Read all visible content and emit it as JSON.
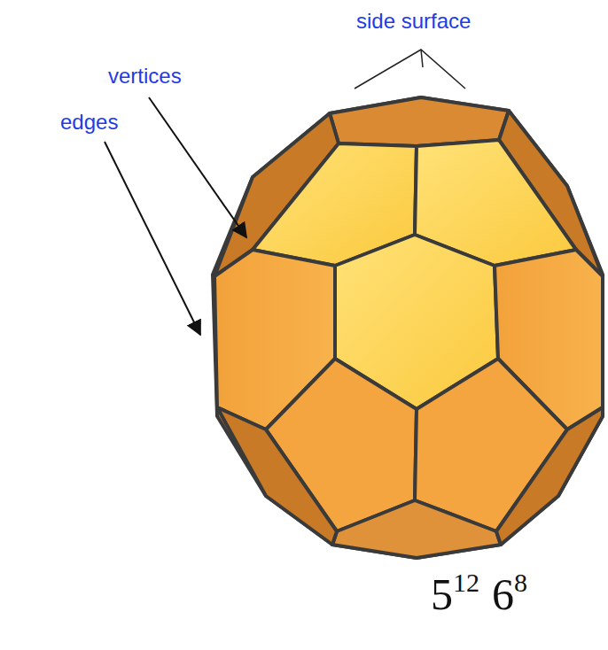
{
  "diagram": {
    "labels": [
      "side surface",
      "vertices",
      "edges",
      "5",
      "12",
      "6",
      "8"
    ]
  }
}
